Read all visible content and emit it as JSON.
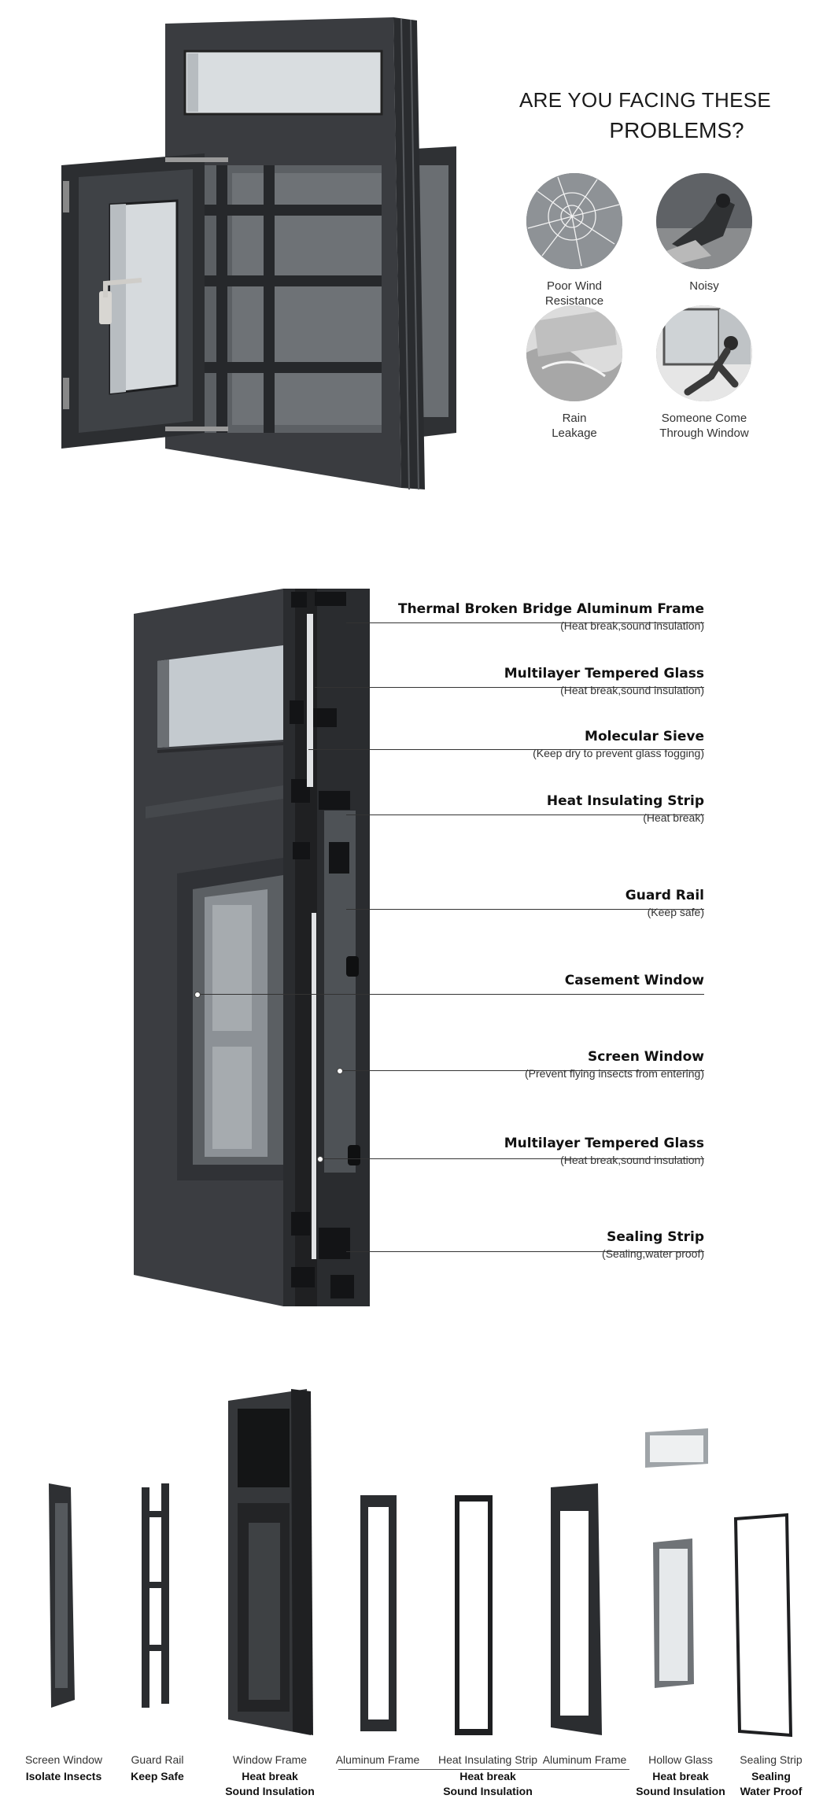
{
  "problems": {
    "title_line1": "ARE YOU FACING THESE",
    "title_line2": "PROBLEMS?",
    "items": [
      {
        "label": "Poor Wind\nResistance",
        "icon": "broken-glass-icon"
      },
      {
        "label": "Noisy",
        "icon": "construction-noise-icon"
      },
      {
        "label": "Rain\nLeakage",
        "icon": "rain-leak-icon"
      },
      {
        "label": "Someone Come\nThrough Window",
        "icon": "intruder-icon"
      }
    ]
  },
  "callouts": [
    {
      "title": "Thermal Broken Bridge Aluminum Frame",
      "subtitle": "(Heat break,sound insulation)"
    },
    {
      "title": "Multilayer Tempered Glass",
      "subtitle": "(Heat break,sound insulation)"
    },
    {
      "title": "Molecular Sieve",
      "subtitle": "(Keep dry to prevent glass fogging)"
    },
    {
      "title": "Heat Insulating Strip",
      "subtitle": "(Heat break)"
    },
    {
      "title": "Guard Rail",
      "subtitle": "(Keep safe)"
    },
    {
      "title": "Casement Window",
      "subtitle": ""
    },
    {
      "title": "Screen Window",
      "subtitle": "(Prevent flying insects from entering)"
    },
    {
      "title": "Multilayer Tempered Glass",
      "subtitle": "(Heat break,sound insulation)"
    },
    {
      "title": "Sealing Strip",
      "subtitle": "(Sealing,water proof)"
    }
  ],
  "parts": [
    {
      "name": "Screen Window",
      "feature": "Isolate Insects"
    },
    {
      "name": "Guard Rail",
      "feature": "Keep Safe"
    },
    {
      "name": "Window Frame",
      "feature": "Heat break\nSound Insulation"
    },
    {
      "name": "Aluminum Frame",
      "feature": ""
    },
    {
      "name": "Heat Insulating Strip",
      "feature": "Heat break\nSound Insulation"
    },
    {
      "name": "Aluminum Frame",
      "feature": ""
    },
    {
      "name": "Hollow Glass",
      "feature": "Heat break\nSound Insulation"
    },
    {
      "name": "Sealing Strip",
      "feature": "Sealing\nWater Proof"
    }
  ],
  "colors": {
    "frame": "#3a3c40",
    "frame_dark": "#26282b",
    "glass": "#c9cfd4",
    "mesh": "#54585c"
  }
}
